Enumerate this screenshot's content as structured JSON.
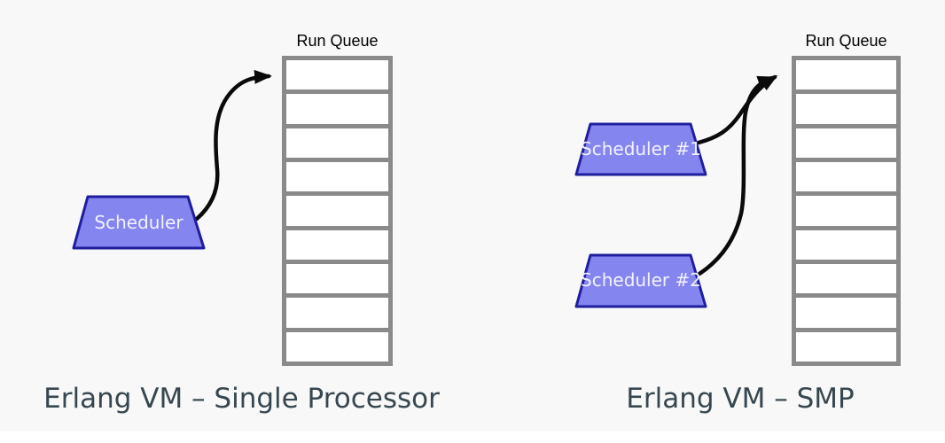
{
  "diagrams": [
    {
      "caption": "Erlang VM – Single Processor",
      "queue": {
        "label": "Run Queue",
        "cells": 9
      },
      "schedulers": [
        {
          "label": "Scheduler"
        }
      ]
    },
    {
      "caption": "Erlang VM – SMP",
      "queue": {
        "label": "Run Queue",
        "cells": 9
      },
      "schedulers": [
        {
          "label": "Scheduler #1"
        },
        {
          "label": "Scheduler #2"
        }
      ]
    }
  ],
  "colors": {
    "background": "#f8f8f8",
    "scheduler_fill": "#8585f0",
    "scheduler_border": "#1e1e9e",
    "scheduler_text": "#f2f2ff",
    "queue_border": "#8a8a8a",
    "queue_cell": "#ffffff",
    "arrow": "#0a0a0a",
    "caption_text": "#37474f",
    "queue_label_text": "#000000"
  }
}
